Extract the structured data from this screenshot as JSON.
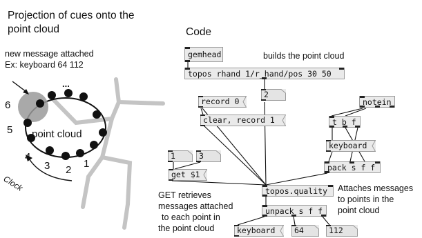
{
  "left": {
    "title_line1": "Projection of cues onto the",
    "title_line2": "point cloud",
    "note_line1": "new message attached",
    "note_line2": "Ex: keyboard 64 112",
    "cloud_label": "point cloud",
    "ellipsis": "...",
    "clock_label": "Clock",
    "numbers": [
      "6",
      "5",
      "4",
      "3",
      "2",
      "1"
    ]
  },
  "right": {
    "code_title": "Code",
    "builds_label": "builds the point cloud",
    "get_line1": "GET retrieves",
    "get_line2": "messages attached",
    "get_line3": "to each point in",
    "get_line4": "the point cloud",
    "attach_line1": "Attaches messages",
    "attach_line2": "to points in the",
    "attach_line3": "point cloud"
  },
  "patch": {
    "gemhead": "gemhead",
    "topos_rhand": "topos rhand 1/r_hand/pos 30 50",
    "num_2": "2",
    "record0": "record 0",
    "clear_record": "clear, record 1",
    "notein": "notein",
    "tbf": "t b f",
    "keyboard": "keyboard",
    "pack": "pack s f f",
    "num_1": "1",
    "num_3": "3",
    "get": "get $1",
    "topos_quality": "topos.quality",
    "unpack": "unpack s f f",
    "out_keyboard": "keyboard",
    "out_64": "64",
    "out_112": "112"
  }
}
